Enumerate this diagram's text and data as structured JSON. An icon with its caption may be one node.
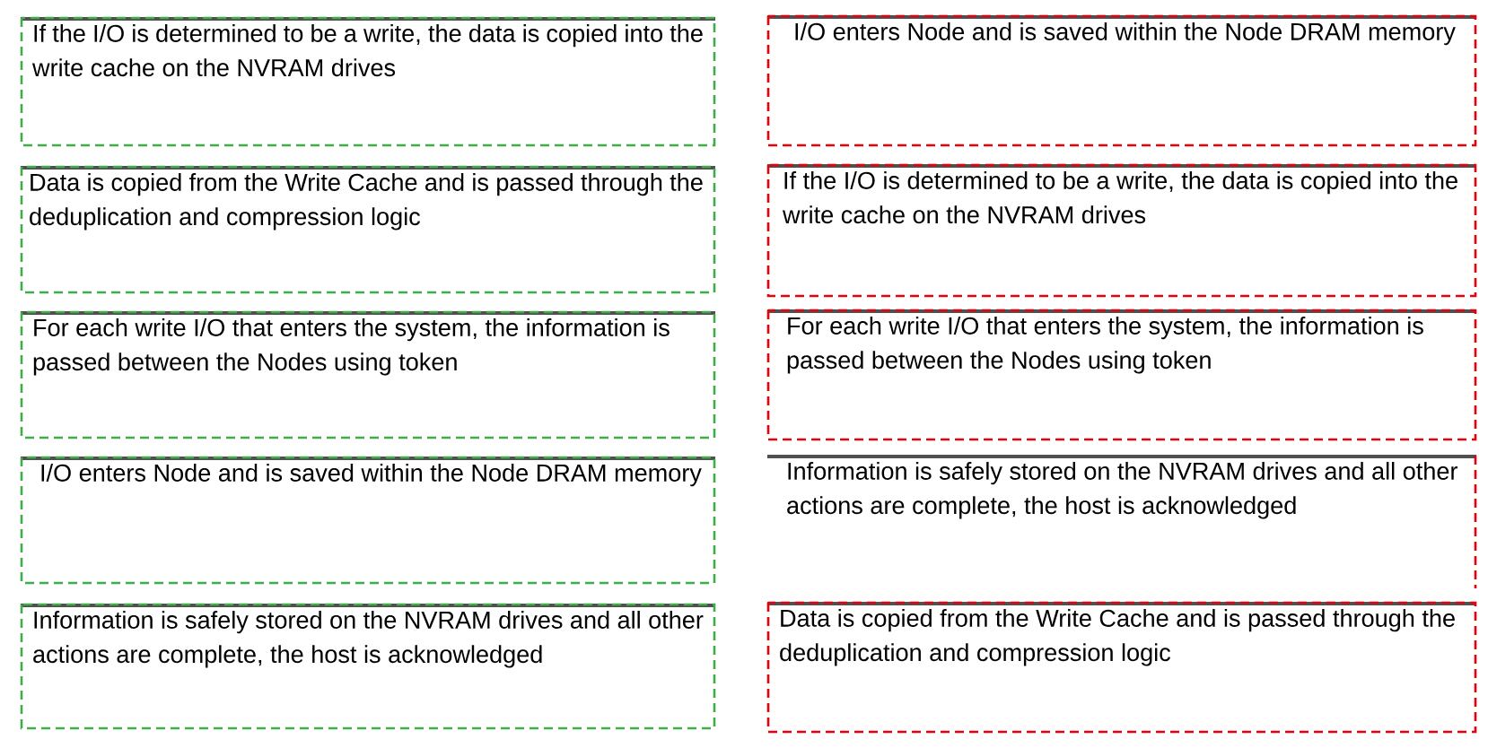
{
  "diagram": {
    "nodes": [
      {
        "text": [
          "If the I/O is determined to be a write, the data is copied into the write cache on the NVRAM drives"
        ]
      },
      {
        "text": [
          "Data is copied from the Write Cache and is passed through the deduplication and compression logic"
        ]
      },
      {
        "text": [
          "For each write I/O that enters the system, the information is passed between the Nodes using token"
        ]
      },
      {
        "text": [
          "I/O enters Node and is saved within the Node DRAM memory"
        ]
      },
      {
        "text": [
          "Information is safely stored on the NVRAM drives and all other actions are complete, the host is acknowledged"
        ]
      },
      {
        "text": [
          "I/O enters Node and is saved within the Node DRAM memory"
        ]
      },
      {
        "text": [
          "If the I/O is determined to be a write, the data is copied into the write cache on the NVRAM drives"
        ]
      },
      {
        "text": [
          "For each write I/O that enters the system, the information is passed between the Nodes using token"
        ]
      },
      {
        "text": [
          "Information is safely stored on the NVRAM drives and all other actions are complete, the host is acknowledged"
        ]
      },
      {
        "text": [
          "Data is copied from the Write Cache and is passed through the deduplication and compression logic"
        ]
      }
    ]
  }
}
